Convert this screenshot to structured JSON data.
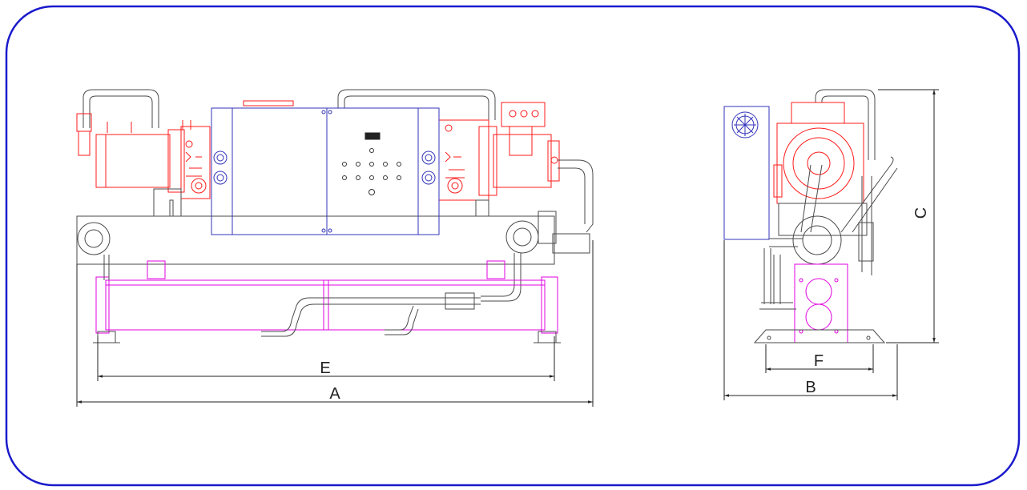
{
  "dimensions": {
    "A": "A",
    "B": "B",
    "C": "C",
    "E": "E",
    "F": "F"
  },
  "colors": {
    "frame": "#1a1acc",
    "outline": "#4a4a4a",
    "compressor": "#ff1a1a",
    "panel": "#3333bb",
    "evaporator": "#e000e0",
    "dimension": "#222222"
  }
}
